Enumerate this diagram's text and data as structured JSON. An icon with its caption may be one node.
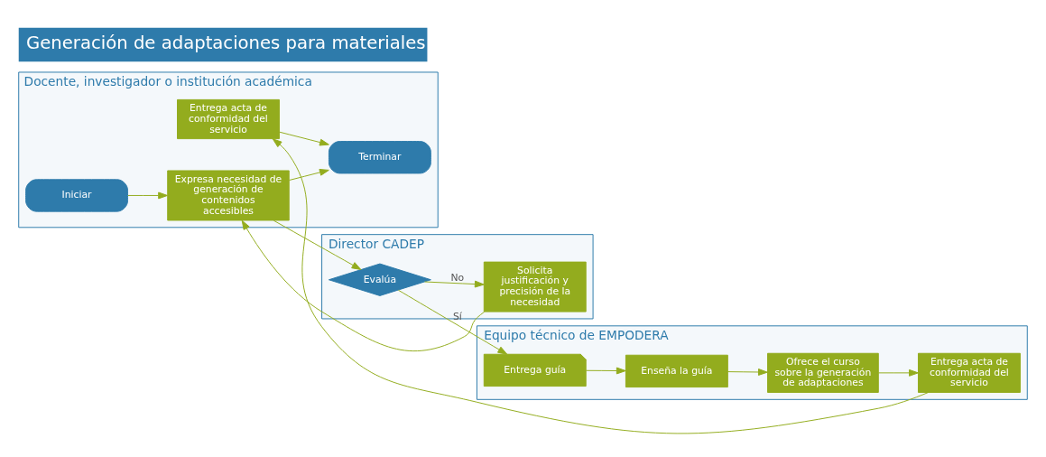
{
  "diagram": {
    "title": "Generación de adaptaciones para materiales",
    "nodes": [
      {
        "text": [
          "Docente, investigador o institución académica"
        ]
      },
      {
        "text": [
          "Iniciar"
        ],
        "in": 0
      },
      {
        "text": [
          "Expresa necesidad de generación de contenidos accesibles"
        ],
        "in": 0
      },
      {
        "text": [
          "Entrega acta de conformidad del servicio"
        ],
        "in": 0
      },
      {
        "text": [
          "Terminar"
        ],
        "in": 0
      },
      {
        "text": [
          "Director CADEP"
        ]
      },
      {
        "text": [
          "Evalúa"
        ],
        "in": 5
      },
      {
        "text": [
          "Solicita justificación y precisión de la necesidad"
        ],
        "in": 5
      },
      {
        "text": [
          "Equipo técnico de EMPODERA"
        ]
      },
      {
        "text": [
          "Entrega guía"
        ],
        "in": 8
      },
      {
        "text": [
          "Enseña la guía"
        ],
        "in": 8
      },
      {
        "text": [
          "Ofrece el curso sobre la generación de adaptaciones"
        ],
        "in": 8
      },
      {
        "text": [
          "Entrega acta de conformidad del servicio"
        ],
        "in": 8
      }
    ],
    "edges": [
      {
        "from": 1,
        "to": 2,
        "arrow": "to"
      },
      {
        "from": 2,
        "to": 4,
        "arrow": "to"
      },
      {
        "from": 2,
        "to": 6,
        "arrow": "to"
      },
      {
        "from": 6,
        "to": 7,
        "label": "No",
        "arrow": "to"
      },
      {
        "from": 7,
        "to": 2,
        "arrow": "to"
      },
      {
        "from": 6,
        "to": 9,
        "label": "Sí",
        "arrow": "to"
      },
      {
        "from": 9,
        "to": 10,
        "arrow": "to"
      },
      {
        "from": 10,
        "to": 11,
        "arrow": "to"
      },
      {
        "from": 11,
        "to": 12,
        "arrow": "to"
      },
      {
        "from": 12,
        "to": 3,
        "arrow": "to"
      },
      {
        "from": 3,
        "to": 4,
        "arrow": "to"
      }
    ]
  }
}
